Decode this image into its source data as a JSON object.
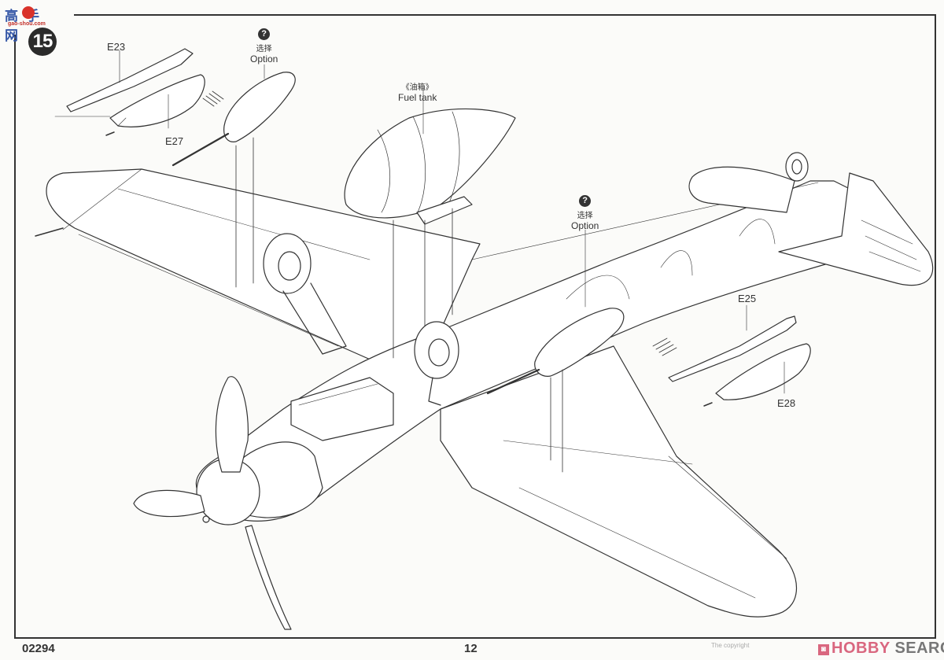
{
  "logo": {
    "chars": "高手网",
    "url": "gao-shou.com"
  },
  "step": {
    "number": "15"
  },
  "labels": {
    "e23": "E23",
    "e27": "E27",
    "e25": "E25",
    "e28": "E28",
    "option_left": {
      "icon": "?",
      "cn": "选择",
      "en": "Option"
    },
    "option_right": {
      "icon": "?",
      "cn": "选择",
      "en": "Option"
    },
    "fuel_tank": {
      "cn": "《油箱》",
      "en": "Fuel tank"
    }
  },
  "footer": {
    "product_code": "02294",
    "page_number": "12",
    "small_note": "The copyright",
    "watermark_brand": "HOBBY",
    "watermark_word": "SEARCH"
  }
}
